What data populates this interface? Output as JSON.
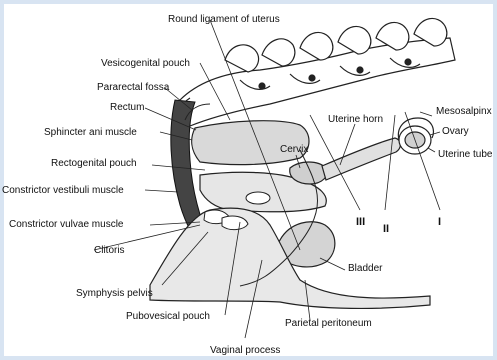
{
  "labels": {
    "round_ligament": "Round ligament of uterus",
    "vesicogenital_pouch": "Vesicogenital pouch",
    "pararectal_fossa": "Pararectal fossa",
    "rectum": "Rectum",
    "sphincter_ani": "Sphincter ani muscle",
    "rectogenital_pouch": "Rectogenital pouch",
    "constrictor_vestibuli": "Constrictor vestibuli muscle",
    "constrictor_vulvae": "Constrictor vulvae muscle",
    "clitoris": "Clitoris",
    "symphysis_pelvis": "Symphysis pelvis",
    "pubovesical_pouch": "Pubovesical pouch",
    "vaginal_process": "Vaginal process",
    "parietal_peritoneum": "Parietal peritoneum",
    "bladder": "Bladder",
    "cervix": "Cervix",
    "uterine_horn": "Uterine horn",
    "mesosalpinx": "Mesosalpinx",
    "ovary": "Ovary",
    "uterine_tube": "Uterine tube"
  },
  "section_markers": {
    "three": "III",
    "two": "II",
    "one": "I"
  }
}
